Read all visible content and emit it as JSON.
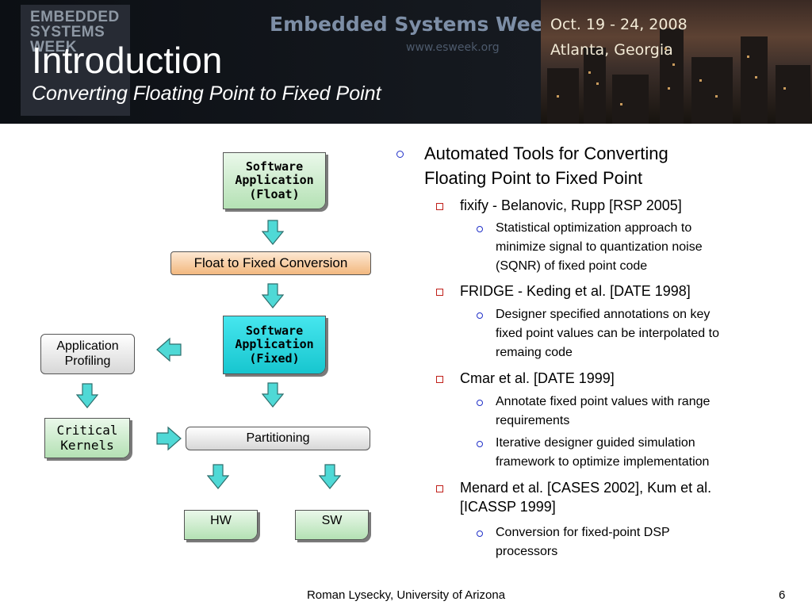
{
  "header": {
    "logo_lines": [
      "EMBEDDED",
      "SYSTEMS",
      "WEEK"
    ],
    "conference_title": "Embedded Systems Week",
    "conference_url": "www.esweek.org",
    "conference_date": "Oct. 19 - 24, 2008",
    "conference_location": "Atlanta, Georgia"
  },
  "slide": {
    "title": "Introduction",
    "subtitle": "Converting Floating Point to Fixed Point"
  },
  "diagram": {
    "sw_float": [
      "Software",
      "Application",
      "(Float)"
    ],
    "conversion": "Float to Fixed Conversion",
    "sw_fixed": [
      "Software",
      "Application",
      "(Fixed)"
    ],
    "profiling": [
      "Application",
      "Profiling"
    ],
    "critical": [
      "Critical",
      "Kernels"
    ],
    "partitioning": "Partitioning",
    "hw": "HW",
    "sw": "SW",
    "colors": {
      "arrow_fill": "#4fd9d6",
      "arrow_stroke": "#2f6f6d",
      "cyan_box": "#17c6cf",
      "green_box": "#b4e1b4",
      "orange_box": "#f2b87f"
    }
  },
  "bullets": {
    "b1": [
      "Automated Tools for Converting",
      "Floating Point to Fixed Point"
    ],
    "b1a": "fixify - Belanovic, Rupp [RSP 2005]",
    "b1a_i": [
      "Statistical optimization approach to",
      "minimize signal to quantization noise",
      "(SQNR) of fixed point code"
    ],
    "b1b": "FRIDGE - Keding et al. [DATE 1998]",
    "b1b_i": [
      "Designer specified annotations on key",
      "fixed point values can be interpolated to",
      "remaing code"
    ],
    "b1c": "Cmar et al. [DATE 1999]",
    "b1c_i": [
      "Annotate fixed point values with range",
      "requirements"
    ],
    "b1c_ii": [
      "Iterative designer guided simulation",
      "framework to optimize implementation"
    ],
    "b1d": [
      "Menard et al. [CASES 2002], Kum et al.",
      "[ICASSP 1999]"
    ],
    "b1d_i": [
      "Conversion for fixed-point DSP",
      "processors"
    ]
  },
  "footer": {
    "author": "Roman Lysecky, University of Arizona",
    "page": "6"
  }
}
